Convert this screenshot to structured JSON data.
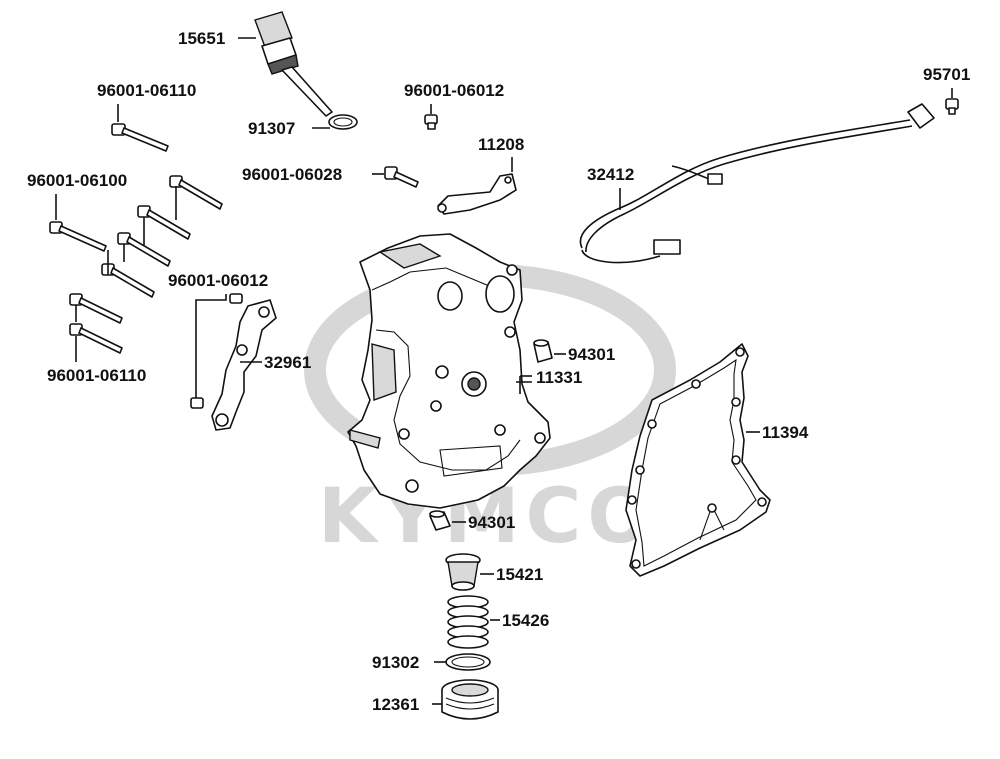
{
  "watermark": {
    "brand": "KYMCO"
  },
  "labels": {
    "p15651": "15651",
    "p96001_06110_top": "96001-06110",
    "p91307": "91307",
    "p96001_06012_top": "96001-06012",
    "p95701": "95701",
    "p11208": "11208",
    "p96001_06028": "96001-06028",
    "p32412": "32412",
    "p96001_06100": "96001-06100",
    "p96001_06012_mid": "96001-06012",
    "p32961": "32961",
    "p94301_top": "94301",
    "p11331": "11331",
    "p11394": "11394",
    "p96001_06110_bot": "96001-06110",
    "p94301_bot": "94301",
    "p15421": "15421",
    "p15426": "15426",
    "p91302": "91302",
    "p12361": "12361"
  },
  "colors": {
    "ink": "#111111",
    "watermark": "#d7d7d7",
    "background": "#ffffff"
  }
}
